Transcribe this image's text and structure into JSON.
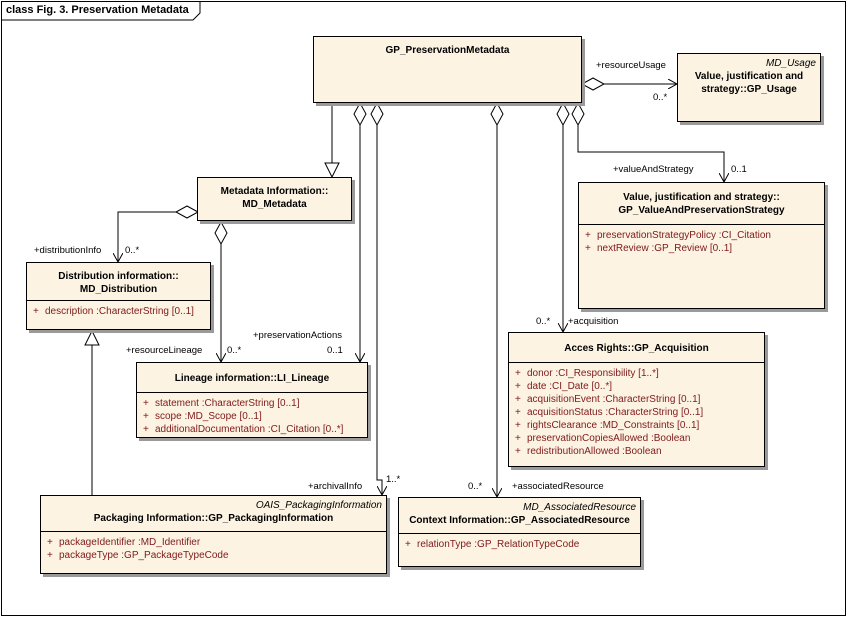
{
  "diagram": {
    "frame_title": "class Fig. 3. Preservation Metadata"
  },
  "classes": {
    "gp_preservation_metadata": {
      "title": "GP_PreservationMetadata"
    },
    "md_usage": {
      "stereotype": "MD_Usage",
      "title_line1": "Value, justification and",
      "title_line2": "strategy::GP_Usage"
    },
    "md_metadata": {
      "title_line1": "Metadata Information::",
      "title_line2": "MD_Metadata"
    },
    "value_strategy": {
      "title_line1": "Value, justification and strategy::",
      "title_line2": "GP_ValueAndPreservationStrategy",
      "attributes": [
        {
          "vis": "+",
          "text": "preservationStrategyPolicy  :CI_Citation"
        },
        {
          "vis": "+",
          "text": "nextReview  :GP_Review [0..1]"
        }
      ]
    },
    "md_distribution": {
      "title_line1": "Distribution information::",
      "title_line2": "MD_Distribution",
      "attributes": [
        {
          "vis": "+",
          "text": "description  :CharacterString [0..1]"
        }
      ]
    },
    "li_lineage": {
      "title": "Lineage information::LI_Lineage",
      "attributes": [
        {
          "vis": "+",
          "text": "statement  :CharacterString [0..1]"
        },
        {
          "vis": "+",
          "text": "scope  :MD_Scope [0..1]"
        },
        {
          "vis": "+",
          "text": "additionalDocumentation  :CI_Citation [0..*]"
        }
      ]
    },
    "gp_acquisition": {
      "title": "Acces Rights::GP_Acquisition",
      "attributes": [
        {
          "vis": "+",
          "text": "donor  :CI_Responsibility [1..*]"
        },
        {
          "vis": "+",
          "text": "date  :CI_Date [0..*]"
        },
        {
          "vis": "+",
          "text": "acquisitionEvent  :CharacterString [0..1]"
        },
        {
          "vis": "+",
          "text": "acquisitionStatus  :CharacterString [0..1]"
        },
        {
          "vis": "+",
          "text": "rightsClearance  :MD_Constraints [0..1]"
        },
        {
          "vis": "+",
          "text": "preservationCopiesAllowed  :Boolean"
        },
        {
          "vis": "+",
          "text": "redistributionAllowed  :Boolean"
        }
      ]
    },
    "gp_packaging": {
      "stereotype": "OAIS_PackagingInformation",
      "title": "Packaging Information::GP_PackagingInformation",
      "attributes": [
        {
          "vis": "+",
          "text": "packageIdentifier  :MD_Identifier"
        },
        {
          "vis": "+",
          "text": "packageType  :GP_PackageTypeCode"
        }
      ]
    },
    "gp_associated": {
      "stereotype": "MD_AssociatedResource",
      "title": "Context Information::GP_AssociatedResource",
      "attributes": [
        {
          "vis": "+",
          "text": "relationType  :GP_RelationTypeCode"
        }
      ]
    }
  },
  "labels": {
    "resource_usage": "+resourceUsage",
    "resource_usage_mult": "0..*",
    "value_and_strategy": "+valueAndStrategy",
    "value_and_strategy_mult": "0..1",
    "distribution_info": "+distributionInfo",
    "distribution_info_mult": "0..*",
    "preservation_actions": "+preservationActions",
    "preservation_actions_mult": "0..1",
    "resource_lineage": "+resourceLineage",
    "resource_lineage_mult": "0..*",
    "acquisition_mult": "0..*",
    "acquisition": "+acquisition",
    "archival_info": "+archivalInfo",
    "archival_info_mult": "1..*",
    "associated_resource_mult": "0..*",
    "associated_resource": "+associatedResource"
  }
}
